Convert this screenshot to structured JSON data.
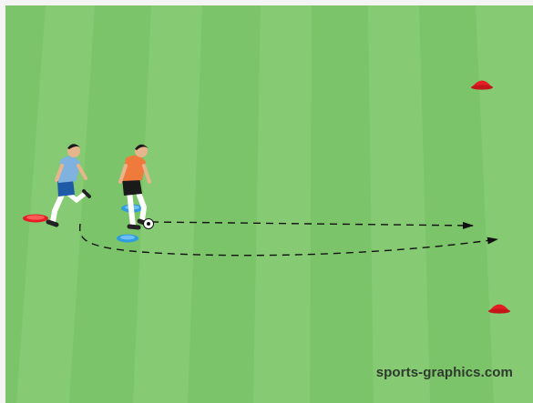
{
  "diagram": {
    "watermark": "sports-graphics.com",
    "colors": {
      "pitch_light": "#8ccf79",
      "pitch_dark": "#74bf63",
      "cone_red": "#e31e24",
      "disc_blue": "#2f9be0",
      "player_blue_shirt": "#7fb2de",
      "player_orange_shirt": "#f07a3c",
      "path_line": "#111111"
    },
    "elements": {
      "players": [
        "player-blue-shirt",
        "player-orange-shirt"
      ],
      "markers": [
        "cone-red",
        "cone-red",
        "disc-red",
        "disc-blue",
        "disc-blue"
      ],
      "paths": [
        "dribble-path-arrow",
        "run-path-arrow"
      ]
    }
  }
}
